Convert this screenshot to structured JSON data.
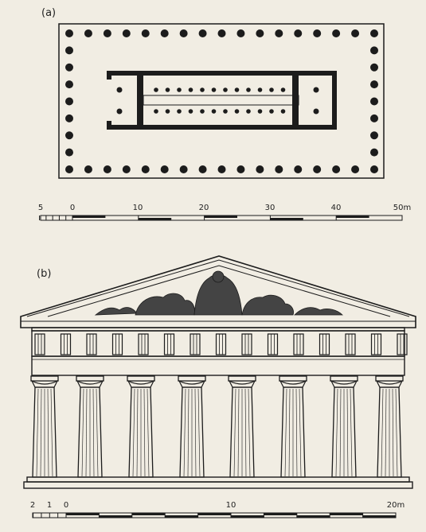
{
  "panel_a": {
    "label": "(a)",
    "scale": {
      "ticks": [
        "5",
        "0",
        "10",
        "20",
        "30",
        "40",
        "50m"
      ]
    }
  },
  "panel_b": {
    "label": "(b)",
    "scale": {
      "ticks": [
        "2",
        "1",
        "0",
        "10",
        "20m"
      ]
    }
  },
  "colors": {
    "ink": "#1c1c1c",
    "paper": "#f1ede3",
    "sculpture": "#444444"
  }
}
